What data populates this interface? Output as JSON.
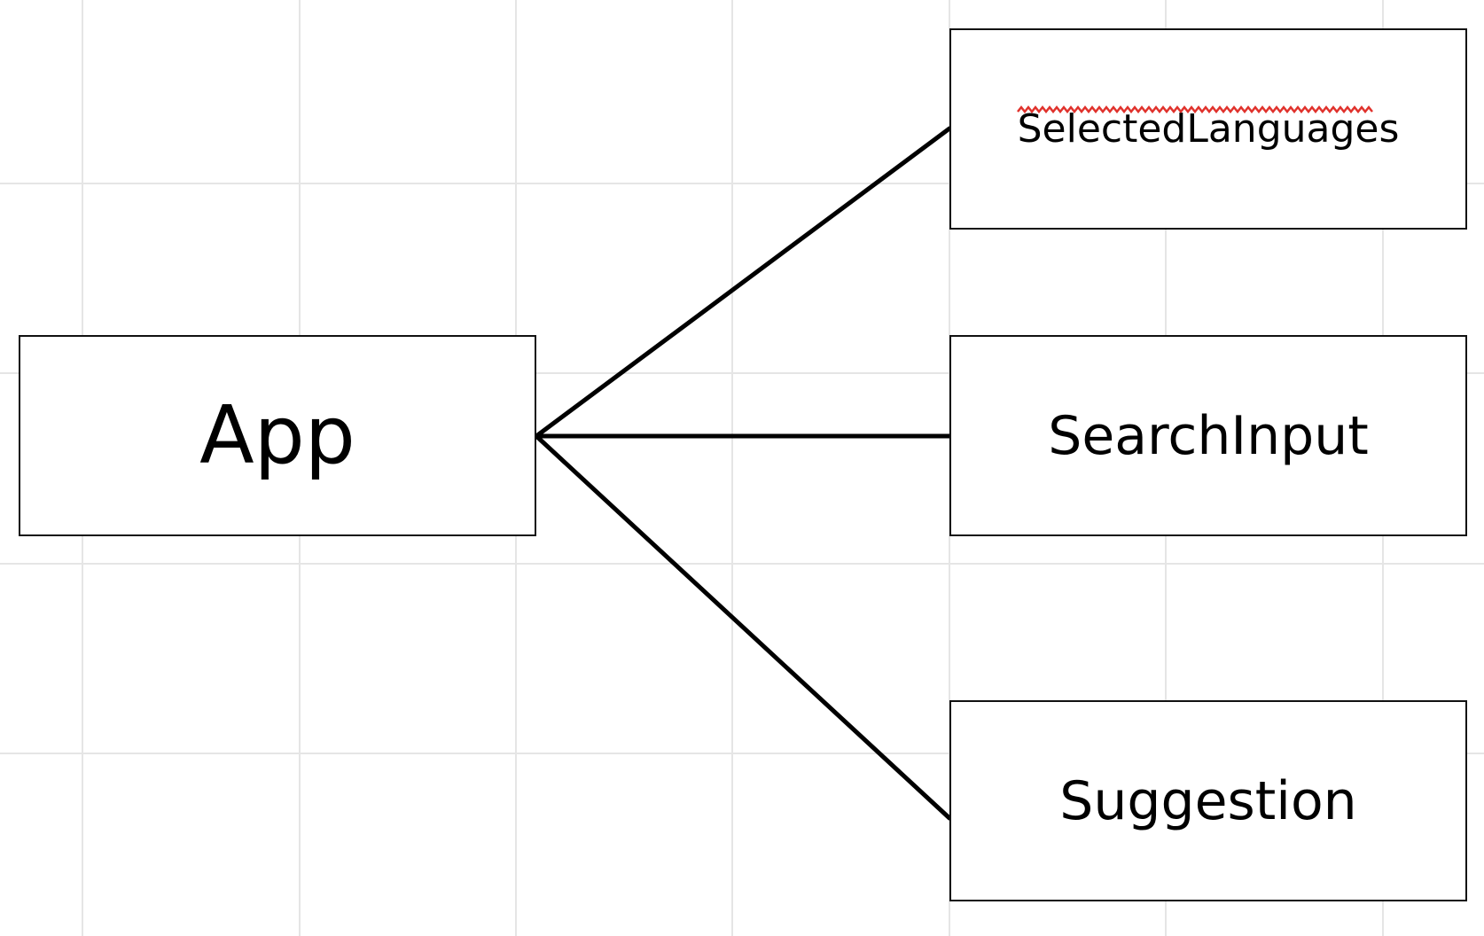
{
  "diagram": {
    "root": {
      "label": "App"
    },
    "children": [
      {
        "label": "SelectedLanguages",
        "spell_error": true
      },
      {
        "label": "SearchInput",
        "spell_error": false
      },
      {
        "label": "Suggestion",
        "spell_error": false
      }
    ],
    "colors": {
      "grid": "#e5e5e5",
      "line": "#000000",
      "spell_underline": "#e0322c"
    }
  }
}
